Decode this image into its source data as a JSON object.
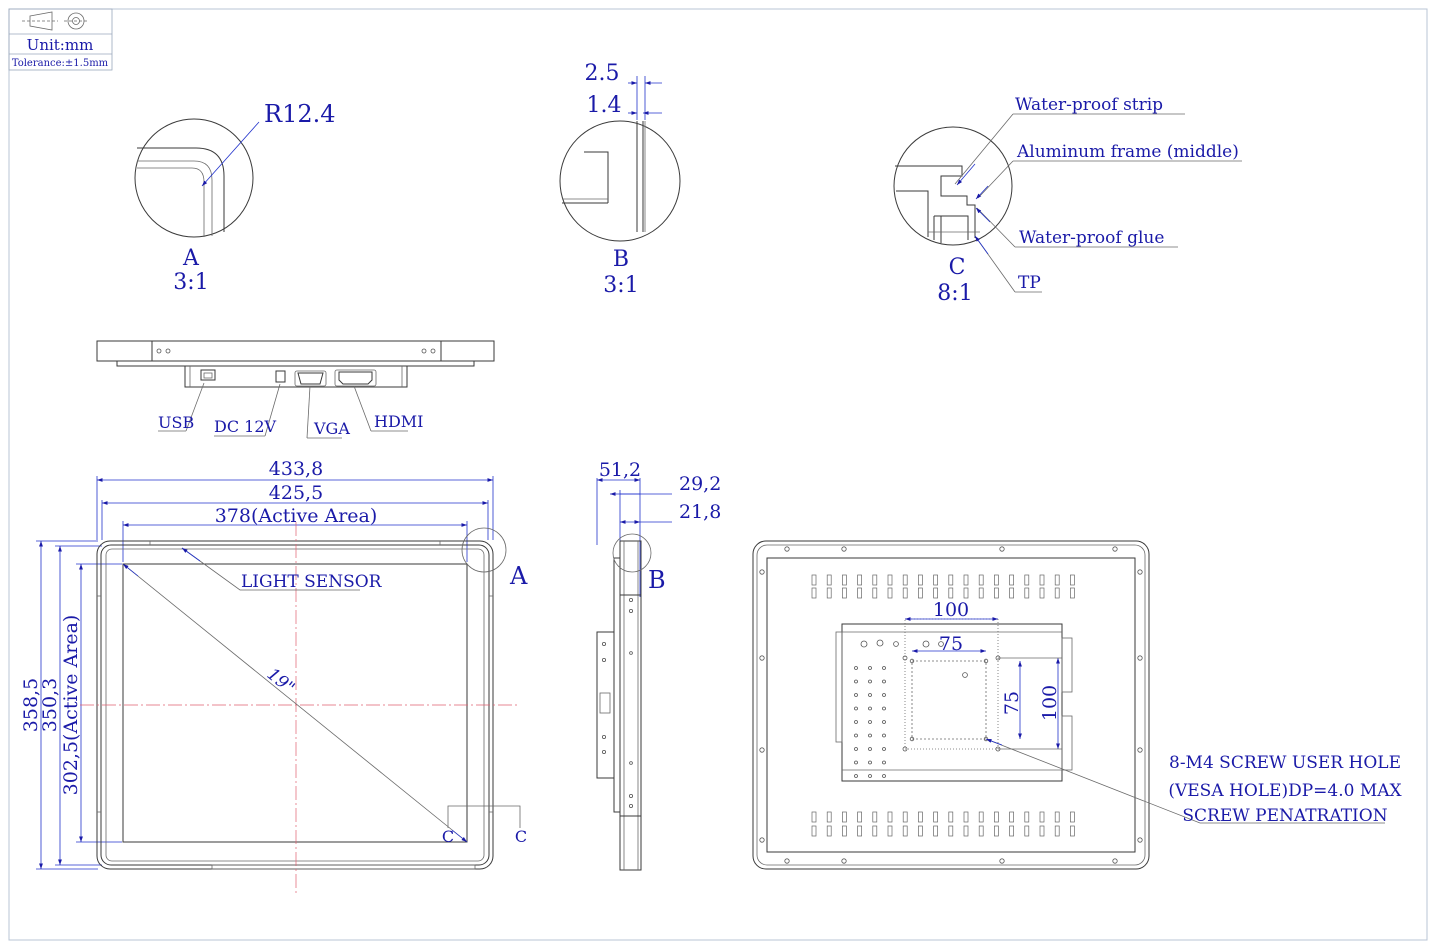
{
  "title_block": {
    "unit": "Unit:mm",
    "tolerance": "Tolerance:±1.5mm"
  },
  "details": {
    "a": {
      "label": "A",
      "scale": "3:1",
      "radius": "R12.4"
    },
    "b": {
      "label": "B",
      "scale": "3:1",
      "dim_top": "2.5",
      "dim_bottom": "1.4"
    },
    "c": {
      "label": "C",
      "scale": "8:1",
      "callouts": [
        "Water-proof strip",
        "Aluminum frame (middle)",
        "Water-proof glue",
        "TP"
      ]
    }
  },
  "bottom_view": {
    "ports": [
      "USB",
      "DC 12V",
      "VGA",
      "HDMI"
    ]
  },
  "front_view": {
    "width_overall": "433,8",
    "width_inner": "425,5",
    "width_active": "378(Active Area)",
    "height_overall": "358,5",
    "height_inner": "350,3",
    "height_active": "302,5(Active Area)",
    "light_sensor": "LIGHT SENSOR",
    "diagonal": "19\"",
    "detail_a_marker": "A",
    "section_c_marker": "C"
  },
  "side_view": {
    "depth_overall": "51,2",
    "depth_a": "29,2",
    "depth_b": "21,8",
    "detail_b_marker": "B"
  },
  "rear_view": {
    "vesa_outer_h": "100",
    "vesa_inner_h": "75",
    "vesa_inner_v": "75",
    "vesa_outer_v": "100",
    "note_line1": "8-M4 SCREW USER HOLE",
    "note_line2": "(VESA HOLE)DP=4.0 MAX",
    "note_line3": "SCREW PENATRATION"
  }
}
